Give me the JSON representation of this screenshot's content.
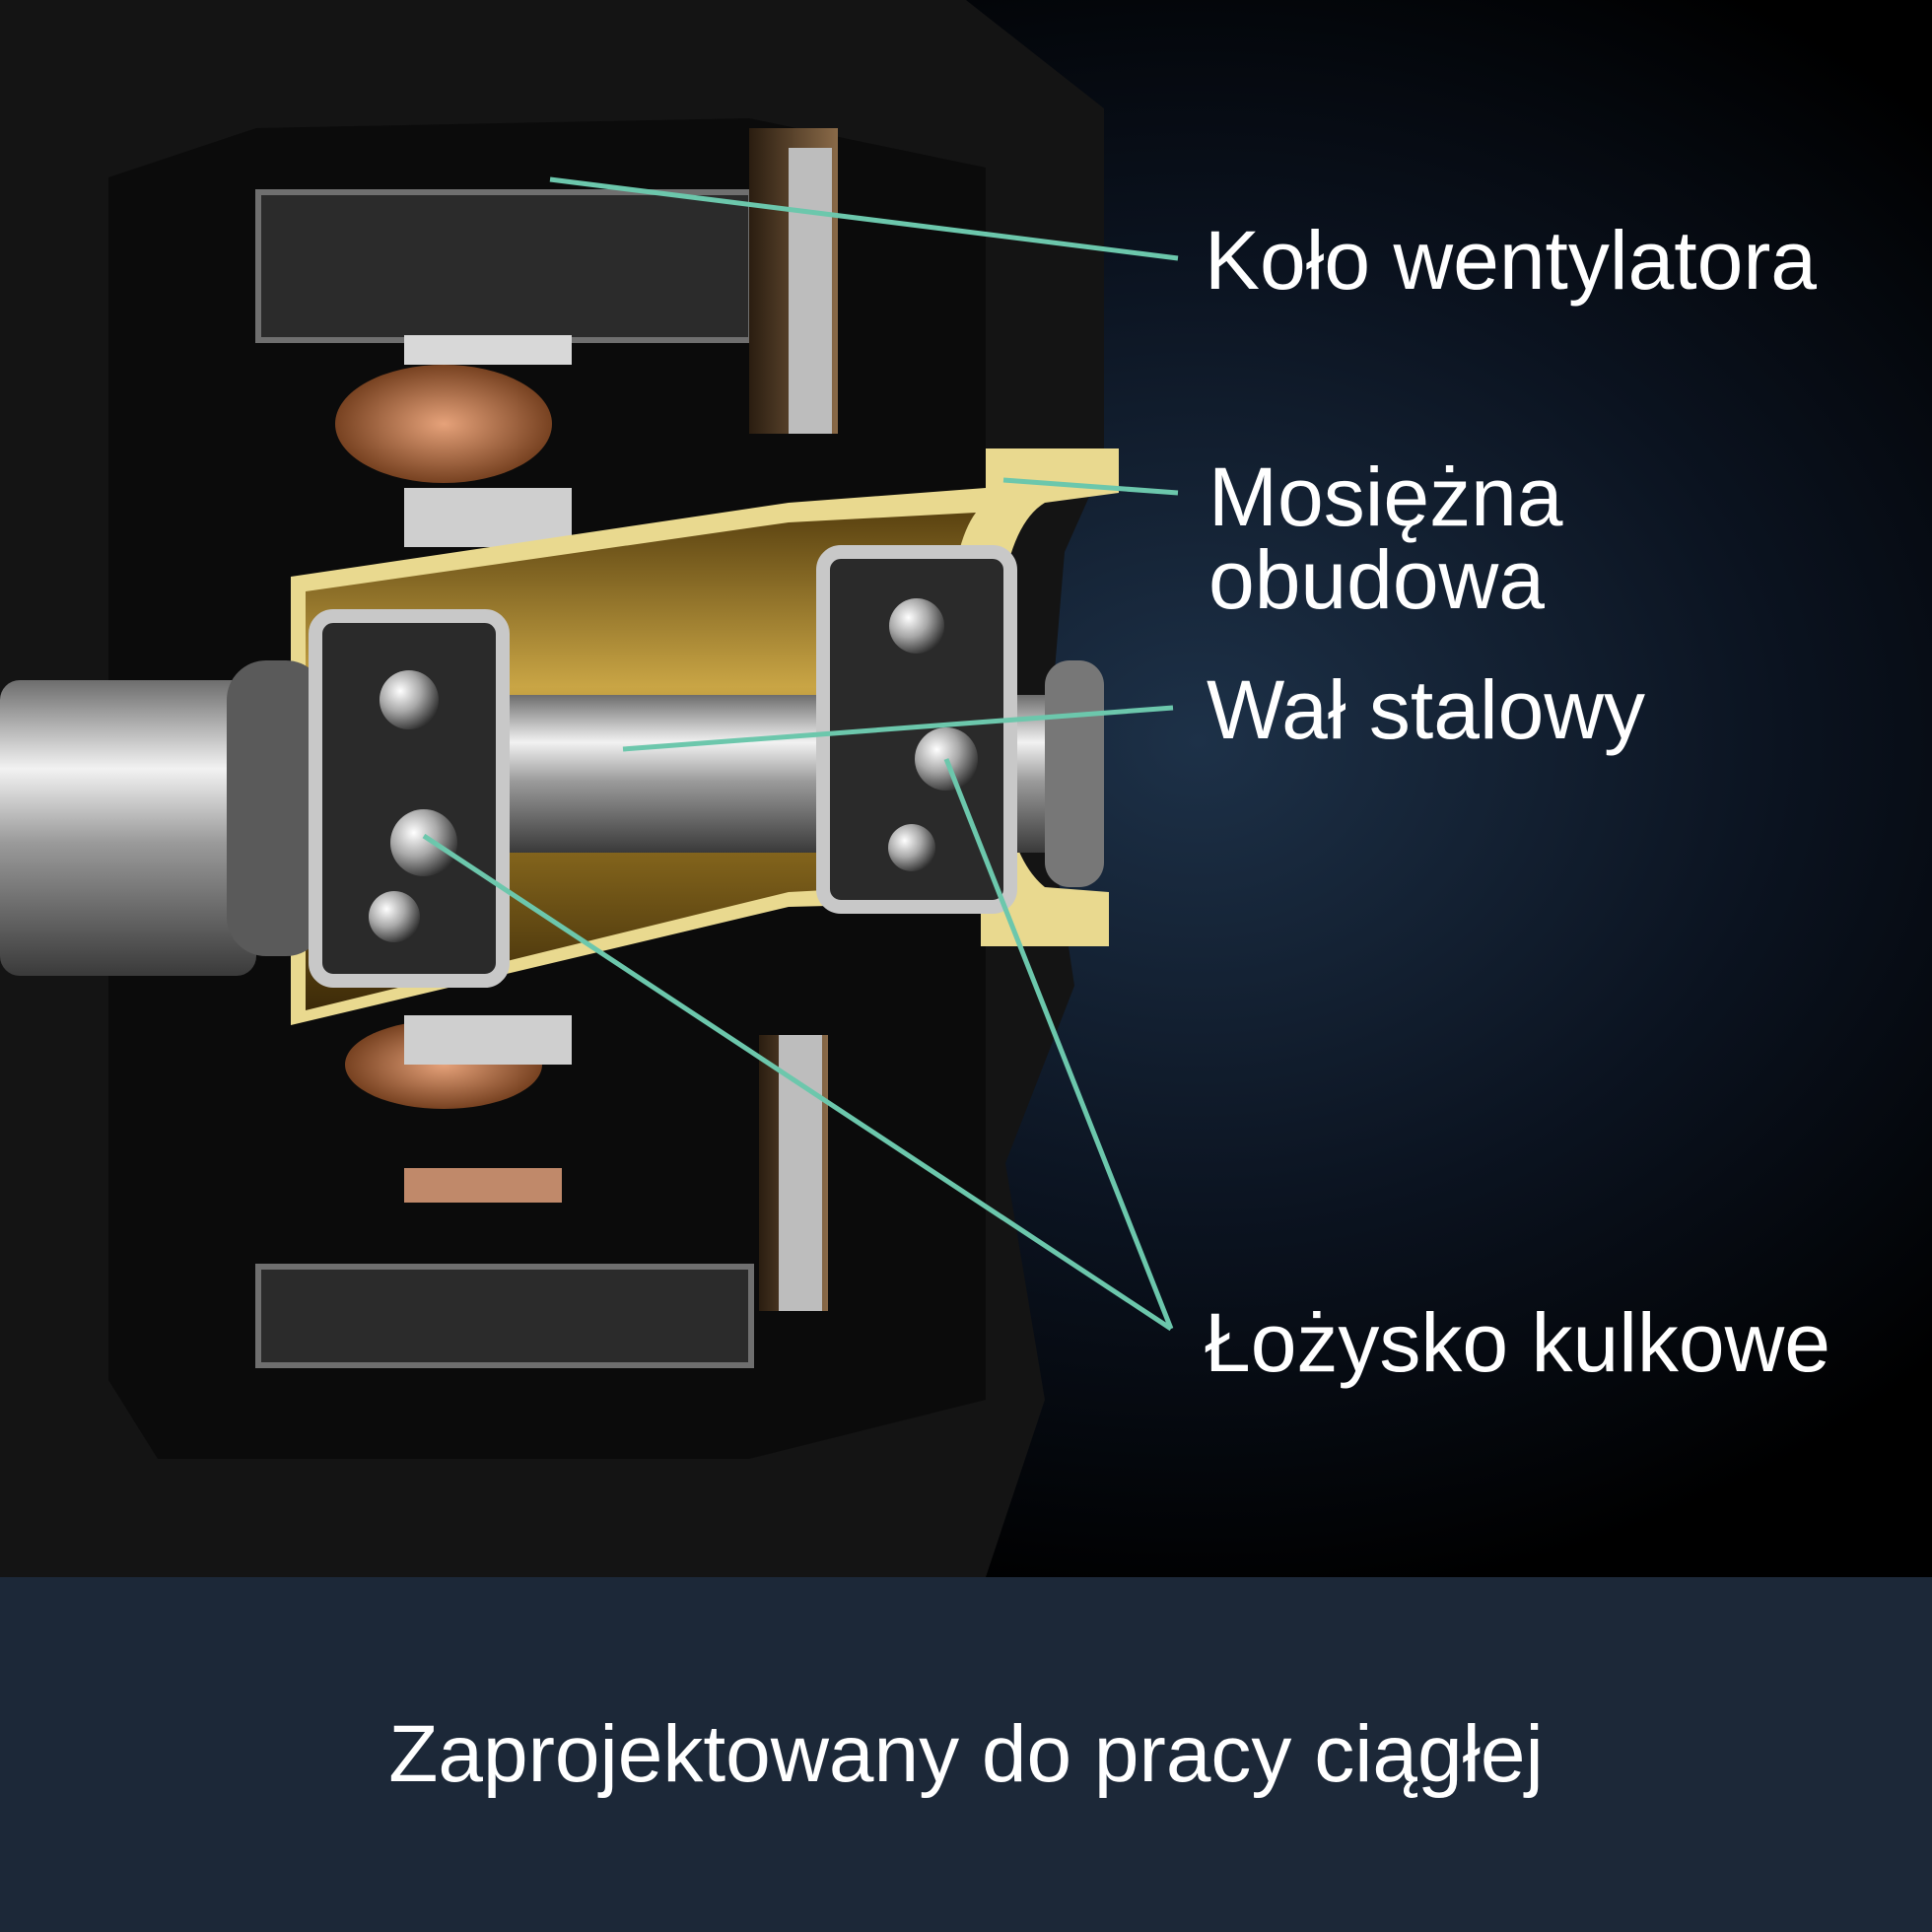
{
  "labels": {
    "fan_wheel": "Koło wentylatora",
    "brass_housing_line1": "Mosiężna",
    "brass_housing_line2": "obudowa",
    "steel_shaft": "Wał stalowy",
    "ball_bearing": "Łożysko kulkowe"
  },
  "banner": {
    "text": "Zaprojektowany do pracy ciągłej"
  },
  "colors": {
    "leader_line": "#6cc7ac",
    "banner_bg": "#1c2838",
    "text": "#ffffff",
    "brass": "#e9d98f",
    "copper": "#c77a4f"
  }
}
